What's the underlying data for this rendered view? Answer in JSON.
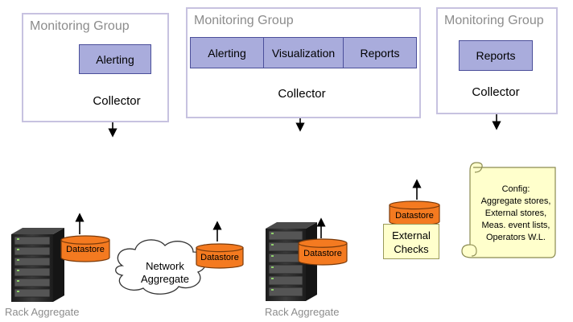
{
  "groups": [
    {
      "title": "Monitoring Group",
      "modules": [
        "Alerting"
      ],
      "collector": "Collector"
    },
    {
      "title": "Monitoring Group",
      "modules": [
        "Alerting",
        "Visualization",
        "Reports"
      ],
      "collector": "Collector"
    },
    {
      "title": "Monitoring Group",
      "modules": [
        "Reports"
      ],
      "collector": "Collector"
    }
  ],
  "datastore_label": "Datastore",
  "rack_aggregate_label": "Rack Aggregate",
  "network_aggregate_label": [
    "Network",
    "Aggregate"
  ],
  "external_checks_label": [
    "External",
    "Checks"
  ],
  "config_lines": [
    "Config:",
    "Aggregate stores,",
    "External stores,",
    "Meas. event lists,",
    "Operators W.L."
  ],
  "colors": {
    "module_fill": "#a9acdc",
    "collector_fill": "#a5c46a",
    "datastore_fill": "#f47a20",
    "group_border": "#c7c2e0",
    "config_fill": "#ffffcc",
    "server_dark": "#2b2b2b"
  }
}
